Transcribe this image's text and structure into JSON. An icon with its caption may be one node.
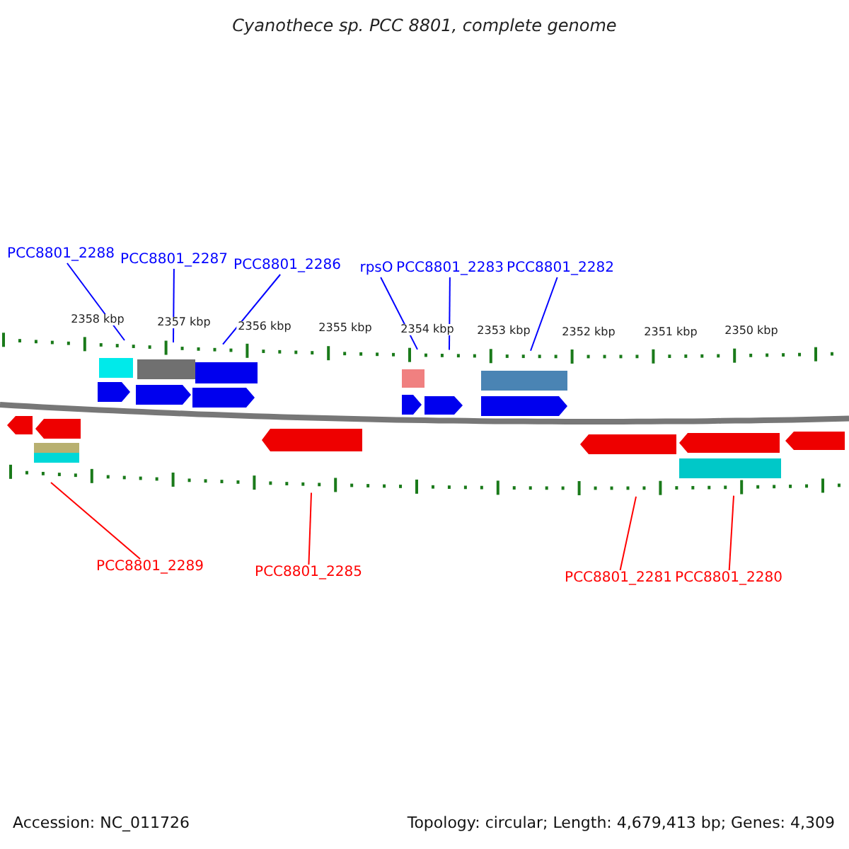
{
  "diagram": {
    "title": "Cyanothece sp. PCC 8801, complete genome",
    "nodes": [
      {
        "text": [
          "PCC8801_2288"
        ]
      },
      {
        "text": [
          "PCC8801_2287"
        ]
      },
      {
        "text": [
          "PCC8801_2286"
        ]
      },
      {
        "text": [
          "rpsO"
        ]
      },
      {
        "text": [
          "PCC8801_2283"
        ]
      },
      {
        "text": [
          "PCC8801_2282"
        ]
      },
      {
        "text": [
          "PCC8801_2289"
        ]
      },
      {
        "text": [
          "PCC8801_2285"
        ]
      },
      {
        "text": [
          "PCC8801_2281"
        ]
      },
      {
        "text": [
          "PCC8801_2280"
        ]
      }
    ],
    "edges": [
      {
        "from": 0,
        "to": null,
        "arrow": "none"
      },
      {
        "from": 1,
        "to": null,
        "arrow": "none"
      },
      {
        "from": 2,
        "to": null,
        "arrow": "none"
      },
      {
        "from": 3,
        "to": null,
        "arrow": "none"
      },
      {
        "from": 4,
        "to": null,
        "arrow": "none"
      },
      {
        "from": 5,
        "to": null,
        "arrow": "none"
      },
      {
        "from": 6,
        "to": null,
        "arrow": "none",
        "color": "#ff0000"
      },
      {
        "from": 7,
        "to": null,
        "arrow": "none",
        "color": "#ff0000"
      },
      {
        "from": 8,
        "to": null,
        "arrow": "none",
        "color": "#ff0000"
      },
      {
        "from": 9,
        "to": null,
        "arrow": "none",
        "color": "#ff0000"
      }
    ],
    "labels": [
      "2358 kbp",
      "2357 kbp",
      "2356 kbp",
      "2355 kbp",
      "2354 kbp",
      "2353 kbp",
      "2352 kbp",
      "2351 kbp",
      "2350 kbp",
      "Accession: NC_011726",
      "Topology: circular; Length: 4,679,413 bp; Genes: 4,309"
    ]
  }
}
